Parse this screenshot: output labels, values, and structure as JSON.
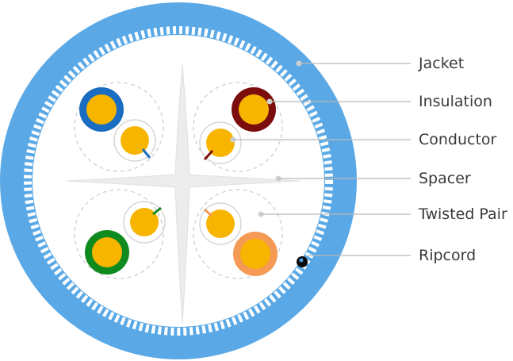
{
  "colors": {
    "jacket": "#5aa9e6",
    "spacer": "#ececec",
    "conductor": "#f7b500",
    "leader": "#b9b9b9",
    "pair_outline": "#cfcfcf"
  },
  "labels": {
    "jacket": "Jacket",
    "insulation": "Insulation",
    "conductor": "Conductor",
    "spacer": "Spacer",
    "twisted_pair": "Twisted Pair",
    "ripcord": "Ripcord"
  },
  "pairs": [
    {
      "position": "top-left",
      "insulation_color": "#1a6dc0",
      "stripe_color": "#1a6dc0"
    },
    {
      "position": "top-right",
      "insulation_color": "#7b0d0d",
      "stripe_color": "#7b0d0d"
    },
    {
      "position": "bottom-left",
      "insulation_color": "#0f8a1f",
      "stripe_color": "#0f8a1f"
    },
    {
      "position": "bottom-right",
      "insulation_color": "#f49a55",
      "stripe_color": "#f49a55"
    }
  ]
}
